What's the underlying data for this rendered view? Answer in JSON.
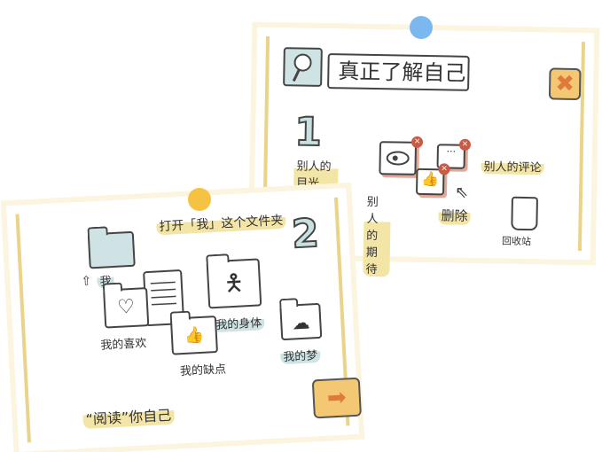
{
  "card1": {
    "title": "真正了解自己",
    "step": "1",
    "labels": {
      "gaze": "别人的目光",
      "comment": "别人的评论",
      "expect": "别人的期待",
      "delete": "删除",
      "trash": "回收站"
    },
    "icons": [
      "search-icon",
      "close-icon",
      "eye-icon",
      "chat-icon",
      "thumbs-up-icon",
      "cursor-icon",
      "trash-bin-icon"
    ]
  },
  "card2": {
    "heading": "打开「我」这个文件夹",
    "step": "2",
    "root": "我",
    "folders": {
      "like": "我的喜欢",
      "body": "我的身体",
      "flaw": "我的缺点",
      "dream": "我的梦"
    },
    "footer": "“阅读”你自己",
    "icons": [
      "folder-icon",
      "document-icon",
      "heart-icon",
      "person-icon",
      "thumbs-up-icon",
      "cloud-icon",
      "arrow-right-icon"
    ]
  },
  "colors": {
    "pin_blue": "#7db7f0",
    "pin_yellow": "#f5c242",
    "accent": "#f4c873",
    "highlight": "#f3e5a6",
    "teal": "#c9e0e0"
  }
}
